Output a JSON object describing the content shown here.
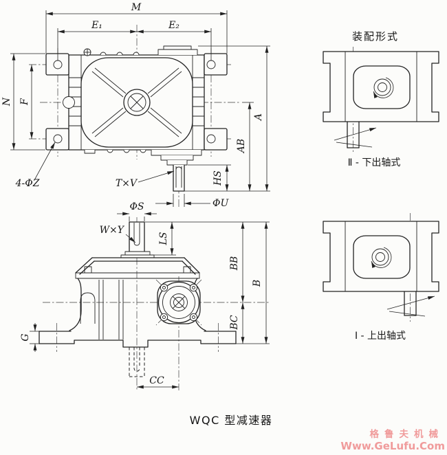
{
  "colors": {
    "background": "#fcfcfa",
    "line": "#222222",
    "centerline": "#3c3c3c",
    "watermark": "#f09b9b"
  },
  "top_view": {
    "dimension_labels": {
      "overall_width": "M",
      "left_span": "E₁",
      "right_span": "E₂",
      "overall_depth": "N",
      "hole_span": "F",
      "overall_height": "A",
      "center_to_base": "AB",
      "shaft_step": "HS",
      "shaft_diameter": "ΦU",
      "key_size": "T×V",
      "mount_holes": "4-ΦZ"
    }
  },
  "front_view": {
    "dimension_labels": {
      "shaft_diameter": "ΦS",
      "key_size": "W×Y",
      "shaft_length": "LS",
      "upper_height": "BB",
      "total_height": "B",
      "lower_height": "BC",
      "foot_thickness": "G",
      "shaft_offset": "CC"
    }
  },
  "assembly_forms": {
    "title": "装配形式",
    "type_2_label": "Ⅱ - 下出轴式",
    "type_1_label": "Ⅰ - 上出轴式"
  },
  "caption": "WQC 型减速器",
  "watermark": {
    "brand": "格鲁夫机械",
    "url": "Www.GeLufu.Com"
  }
}
